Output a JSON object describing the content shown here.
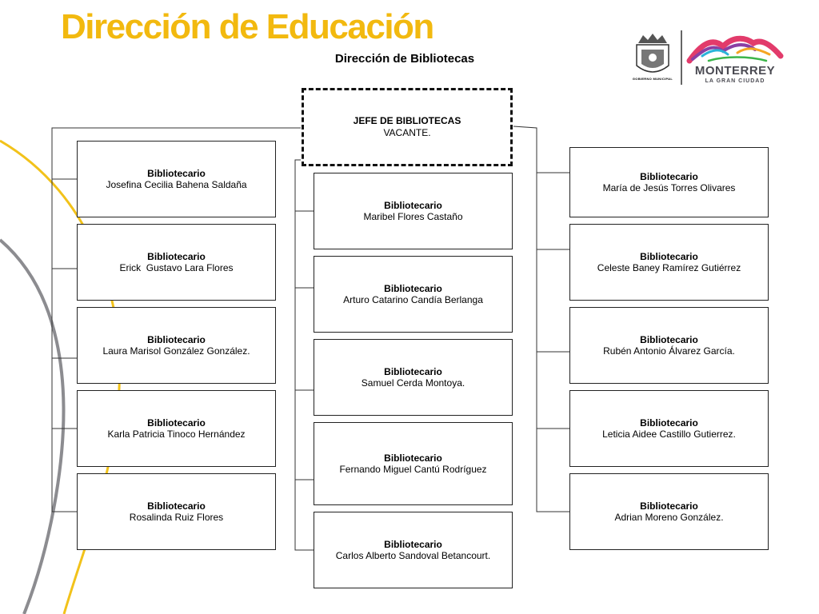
{
  "header": {
    "title": "Dirección de Educación",
    "subtitle": "Dirección de Bibliotecas"
  },
  "logos": {
    "seal_caption": "GOBIERNO MUNICIPAL",
    "brand_name": "MONTERREY",
    "brand_tagline": "LA GRAN CIUDAD"
  },
  "head": {
    "role": "JEFE DE BIBLIOTECAS",
    "name": "VACANTE."
  },
  "left": [
    {
      "role": "Bibliotecario",
      "name": "Josefina Cecilia Bahena Saldaña"
    },
    {
      "role": "Bibliotecario",
      "name": "Erick  Gustavo Lara Flores"
    },
    {
      "role": "Bibliotecario",
      "name": "Laura Marisol González González."
    },
    {
      "role": "Bibliotecario",
      "name": "Karla Patricia Tinoco Hernández"
    },
    {
      "role": "Bibliotecario",
      "name": "Rosalinda Ruiz Flores"
    }
  ],
  "center": [
    {
      "role": "Bibliotecario",
      "name": "Maribel Flores Castaño"
    },
    {
      "role": "Bibliotecario",
      "name": "Arturo Catarino Candía Berlanga"
    },
    {
      "role": "Bibliotecario",
      "name": "Samuel Cerda Montoya."
    },
    {
      "role": "Bibliotecario",
      "name": "Fernando Miguel Cantú Rodríguez"
    },
    {
      "role": "Bibliotecario",
      "name": "Carlos Alberto Sandoval Betancourt."
    }
  ],
  "right": [
    {
      "role": "Bibliotecario",
      "name": "María de Jesús Torres Olivares"
    },
    {
      "role": "Bibliotecario",
      "name": "Celeste Baney Ramírez Gutiérrez"
    },
    {
      "role": "Bibliotecario",
      "name": "Rubén Antonio Álvarez García."
    },
    {
      "role": "Bibliotecario",
      "name": "Leticia Aidee Castillo Gutierrez."
    },
    {
      "role": "Bibliotecario",
      "name": "Adrian Moreno González."
    }
  ],
  "colors": {
    "title": "#f2b90f",
    "arc_yellow": "#f2c21a",
    "arc_gray": "#8c8c90"
  }
}
